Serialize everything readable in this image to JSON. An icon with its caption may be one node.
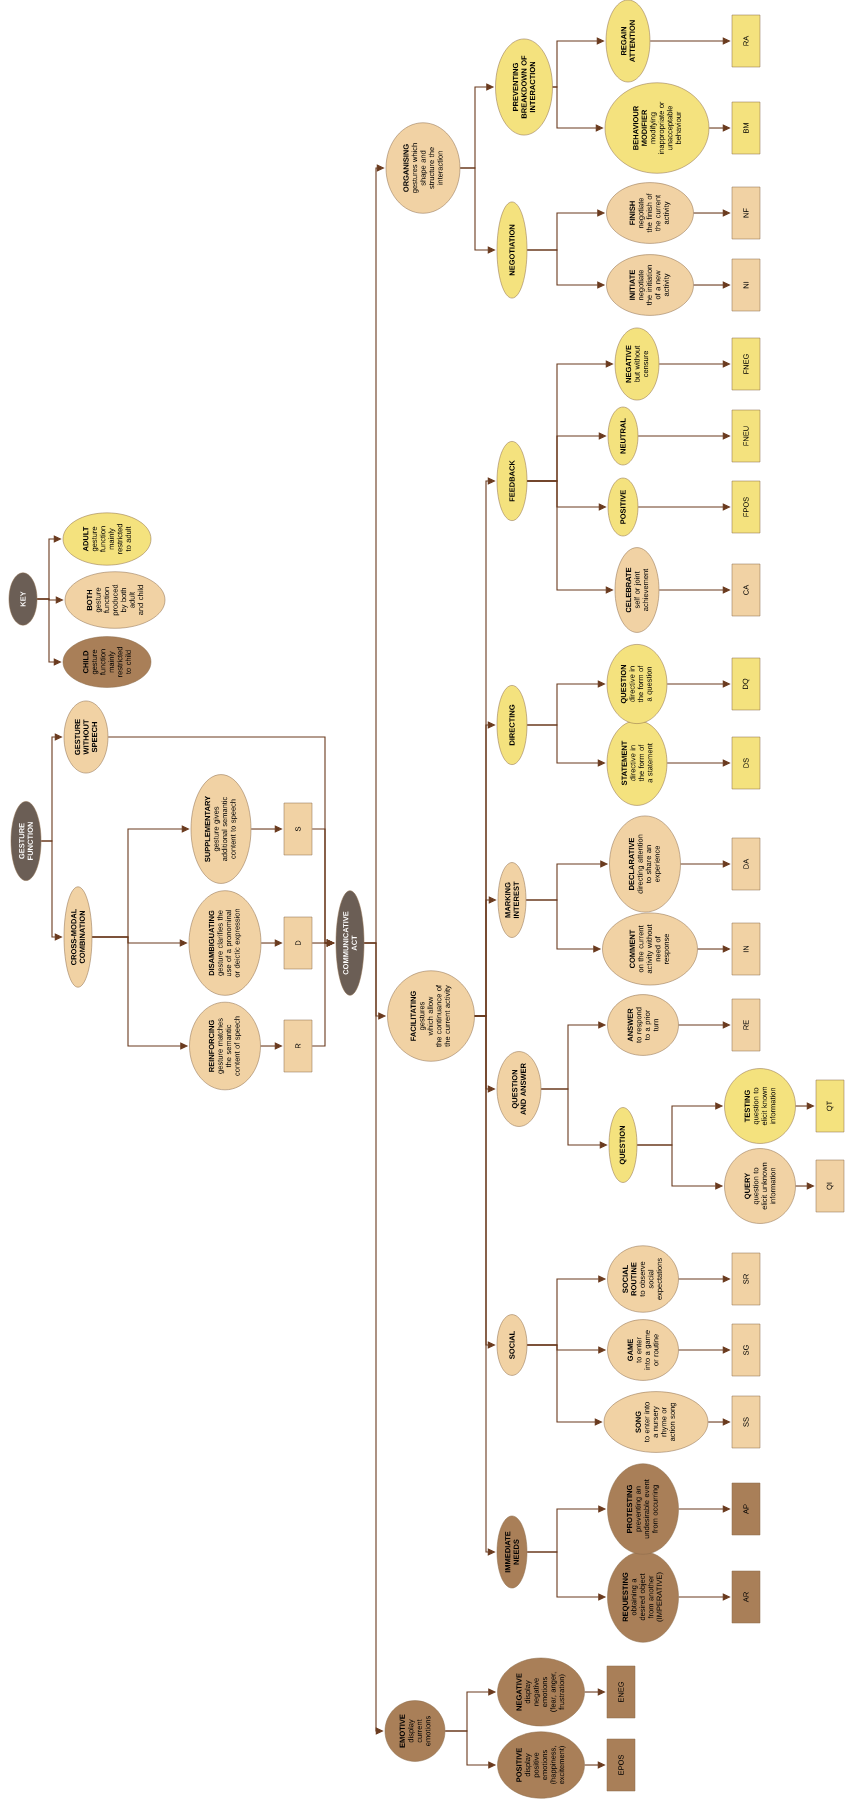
{
  "diagram": {
    "nodes": [
      {
        "text": [
          "GESTURE FUNCTION"
        ]
      },
      {
        "text": [
          "KEY"
        ]
      },
      {
        "text": [
          "CROSS-MODAL COMBINATION"
        ]
      },
      {
        "text": [
          "GESTURE WITHOUT SPEECH"
        ]
      },
      {
        "text": [
          "CHILD",
          "gesture function mainly restricted to child"
        ]
      },
      {
        "text": [
          "BOTH",
          "gesture function produced by both adult and child"
        ]
      },
      {
        "text": [
          "ADULT",
          "gesture function mainly restricted to adult"
        ]
      },
      {
        "text": [
          "REINFORCING",
          "gesture matches the semantic content of speech"
        ]
      },
      {
        "text": [
          "DISAMBIGUATING",
          "gesture clarifies the use of a pronominal or deictic expression"
        ]
      },
      {
        "text": [
          "SUPPLEMENTARY",
          "gesture gives additional semantic content to speech"
        ]
      },
      {
        "text": [
          "R"
        ]
      },
      {
        "text": [
          "D"
        ]
      },
      {
        "text": [
          "S"
        ]
      },
      {
        "text": [
          "COMMUNICATIVE ACT"
        ]
      },
      {
        "text": [
          "EMOTIVE",
          "display current emotions"
        ]
      },
      {
        "text": [
          "FACILITATING",
          "gestures which allow the continuance of the current activity"
        ]
      },
      {
        "text": [
          "ORGANISING",
          "gestures which shape and structure the interaction"
        ]
      },
      {
        "text": [
          "POSITIVE",
          "display positive emotions (happiness, excitement)"
        ]
      },
      {
        "text": [
          "NEGATIVE",
          "display negative emotions (fear, anger, frustration)"
        ]
      },
      {
        "text": [
          "EPOS"
        ]
      },
      {
        "text": [
          "ENEG"
        ]
      },
      {
        "text": [
          "IMMEDIATE NEEDS"
        ]
      },
      {
        "text": [
          "SOCIAL"
        ]
      },
      {
        "text": [
          "QUESTION AND ANSWER"
        ]
      },
      {
        "text": [
          "MARKING INTEREST"
        ]
      },
      {
        "text": [
          "DIRECTING"
        ]
      },
      {
        "text": [
          "FEEDBACK"
        ]
      },
      {
        "text": [
          "NEGOTIATION"
        ]
      },
      {
        "text": [
          "PREVENTING BREAKDOWN OF INTERACTION"
        ]
      },
      {
        "text": [
          "REQUESTING",
          "obtaining a desired object from another (IMPERATIVE)"
        ]
      },
      {
        "text": [
          "PROTESTING",
          "preventing an undesirable event from occurring"
        ]
      },
      {
        "text": [
          "SONG",
          "to enter into a nursery rhyme or action song"
        ]
      },
      {
        "text": [
          "GAME",
          "to enter into a game or routine"
        ]
      },
      {
        "text": [
          "SOCIAL ROUTINE",
          "to observe social expectations"
        ]
      },
      {
        "text": [
          "QUESTION"
        ]
      },
      {
        "text": [
          "ANSWER",
          "to respond to a prior turn"
        ]
      },
      {
        "text": [
          "COMMENT",
          "on the current activity without need of response"
        ]
      },
      {
        "text": [
          "DECLARATIVE",
          "directing attention to share an experience"
        ]
      },
      {
        "text": [
          "STATEMENT",
          "directive in the form of a statement"
        ]
      },
      {
        "text": [
          "QUESTION",
          "directive in the form of a question"
        ]
      },
      {
        "text": [
          "CELEBRATE",
          "self or joint achievement"
        ]
      },
      {
        "text": [
          "POSITIVE"
        ]
      },
      {
        "text": [
          "NEUTRAL"
        ]
      },
      {
        "text": [
          "NEGATIVE",
          "but without censure"
        ]
      },
      {
        "text": [
          "INITIATE",
          "negotiate the initiation of a new activity"
        ]
      },
      {
        "text": [
          "FINISH",
          "negotiate the finish of the current activity"
        ]
      },
      {
        "text": [
          "BEHAVIOUR MODIFIER",
          "modifying inappropriate or unacceptable behaviour"
        ]
      },
      {
        "text": [
          "REGAIN ATTENTION"
        ]
      },
      {
        "text": [
          "QUERY",
          "question to elicit unknown information"
        ]
      },
      {
        "text": [
          "TESTING",
          "question to elicit known information"
        ]
      },
      {
        "text": [
          "AR"
        ]
      },
      {
        "text": [
          "AP"
        ]
      },
      {
        "text": [
          "SS"
        ]
      },
      {
        "text": [
          "SG"
        ]
      },
      {
        "text": [
          "SR"
        ]
      },
      {
        "text": [
          "QI"
        ]
      },
      {
        "text": [
          "QT"
        ]
      },
      {
        "text": [
          "RE"
        ]
      },
      {
        "text": [
          "IN"
        ]
      },
      {
        "text": [
          "DA"
        ]
      },
      {
        "text": [
          "DS"
        ]
      },
      {
        "text": [
          "DQ"
        ]
      },
      {
        "text": [
          "CA"
        ]
      },
      {
        "text": [
          "FPOS"
        ]
      },
      {
        "text": [
          "FNEU"
        ]
      },
      {
        "text": [
          "FNEG"
        ]
      },
      {
        "text": [
          "NI"
        ]
      },
      {
        "text": [
          "NF"
        ]
      },
      {
        "text": [
          "BM"
        ]
      },
      {
        "text": [
          "RA"
        ]
      }
    ],
    "edges": [
      {
        "from": 0,
        "to": 2,
        "arrow": "to"
      },
      {
        "from": 0,
        "to": 3,
        "arrow": "to"
      },
      {
        "from": 1,
        "to": 4,
        "arrow": "to"
      },
      {
        "from": 1,
        "to": 5,
        "arrow": "to"
      },
      {
        "from": 1,
        "to": 6,
        "arrow": "to"
      },
      {
        "from": 2,
        "to": 7,
        "arrow": "to"
      },
      {
        "from": 2,
        "to": 8,
        "arrow": "to"
      },
      {
        "from": 2,
        "to": 9,
        "arrow": "to"
      },
      {
        "from": 7,
        "to": 10,
        "arrow": "to"
      },
      {
        "from": 8,
        "to": 11,
        "arrow": "to"
      },
      {
        "from": 9,
        "to": 12,
        "arrow": "to"
      },
      {
        "from": 10,
        "to": 13,
        "arrow": "to"
      },
      {
        "from": 11,
        "to": 13,
        "arrow": "to"
      },
      {
        "from": 12,
        "to": 13,
        "arrow": "to"
      },
      {
        "from": 3,
        "to": 13,
        "arrow": "to"
      },
      {
        "from": 13,
        "to": 14,
        "arrow": "to"
      },
      {
        "from": 13,
        "to": 15,
        "arrow": "to"
      },
      {
        "from": 13,
        "to": 16,
        "arrow": "to"
      },
      {
        "from": 14,
        "to": 17,
        "arrow": "to"
      },
      {
        "from": 14,
        "to": 18,
        "arrow": "to"
      },
      {
        "from": 17,
        "to": 19,
        "arrow": "to"
      },
      {
        "from": 18,
        "to": 20,
        "arrow": "to"
      },
      {
        "from": 15,
        "to": 21,
        "arrow": "to"
      },
      {
        "from": 15,
        "to": 22,
        "arrow": "to"
      },
      {
        "from": 15,
        "to": 23,
        "arrow": "to"
      },
      {
        "from": 15,
        "to": 24,
        "arrow": "to"
      },
      {
        "from": 15,
        "to": 25,
        "arrow": "to"
      },
      {
        "from": 15,
        "to": 26,
        "arrow": "to"
      },
      {
        "from": 16,
        "to": 27,
        "arrow": "to"
      },
      {
        "from": 16,
        "to": 28,
        "arrow": "to"
      },
      {
        "from": 21,
        "to": 29,
        "arrow": "to"
      },
      {
        "from": 21,
        "to": 30,
        "arrow": "to"
      },
      {
        "from": 22,
        "to": 31,
        "arrow": "to"
      },
      {
        "from": 22,
        "to": 32,
        "arrow": "to"
      },
      {
        "from": 22,
        "to": 33,
        "arrow": "to"
      },
      {
        "from": 23,
        "to": 34,
        "arrow": "to"
      },
      {
        "from": 23,
        "to": 35,
        "arrow": "to"
      },
      {
        "from": 24,
        "to": 36,
        "arrow": "to"
      },
      {
        "from": 24,
        "to": 37,
        "arrow": "to"
      },
      {
        "from": 25,
        "to": 38,
        "arrow": "to"
      },
      {
        "from": 25,
        "to": 39,
        "arrow": "to"
      },
      {
        "from": 26,
        "to": 40,
        "arrow": "to"
      },
      {
        "from": 26,
        "to": 41,
        "arrow": "to"
      },
      {
        "from": 26,
        "to": 42,
        "arrow": "to"
      },
      {
        "from": 26,
        "to": 43,
        "arrow": "to"
      },
      {
        "from": 27,
        "to": 44,
        "arrow": "to"
      },
      {
        "from": 27,
        "to": 45,
        "arrow": "to"
      },
      {
        "from": 28,
        "to": 46,
        "arrow": "to"
      },
      {
        "from": 28,
        "to": 47,
        "arrow": "to"
      },
      {
        "from": 34,
        "to": 48,
        "arrow": "to"
      },
      {
        "from": 34,
        "to": 49,
        "arrow": "to"
      },
      {
        "from": 29,
        "to": 50,
        "arrow": "to"
      },
      {
        "from": 30,
        "to": 51,
        "arrow": "to"
      },
      {
        "from": 31,
        "to": 52,
        "arrow": "to"
      },
      {
        "from": 32,
        "to": 53,
        "arrow": "to"
      },
      {
        "from": 33,
        "to": 54,
        "arrow": "to"
      },
      {
        "from": 48,
        "to": 55,
        "arrow": "to"
      },
      {
        "from": 49,
        "to": 56,
        "arrow": "to"
      },
      {
        "from": 35,
        "to": 57,
        "arrow": "to"
      },
      {
        "from": 36,
        "to": 58,
        "arrow": "to"
      },
      {
        "from": 37,
        "to": 59,
        "arrow": "to"
      },
      {
        "from": 38,
        "to": 60,
        "arrow": "to"
      },
      {
        "from": 39,
        "to": 61,
        "arrow": "to"
      },
      {
        "from": 40,
        "to": 62,
        "arrow": "to"
      },
      {
        "from": 41,
        "to": 63,
        "arrow": "to"
      },
      {
        "from": 42,
        "to": 64,
        "arrow": "to"
      },
      {
        "from": 43,
        "to": 65,
        "arrow": "to"
      },
      {
        "from": 44,
        "to": 66,
        "arrow": "to"
      },
      {
        "from": 45,
        "to": 67,
        "arrow": "to"
      },
      {
        "from": 46,
        "to": 68,
        "arrow": "to"
      },
      {
        "from": 47,
        "to": 69,
        "arrow": "to"
      }
    ]
  }
}
